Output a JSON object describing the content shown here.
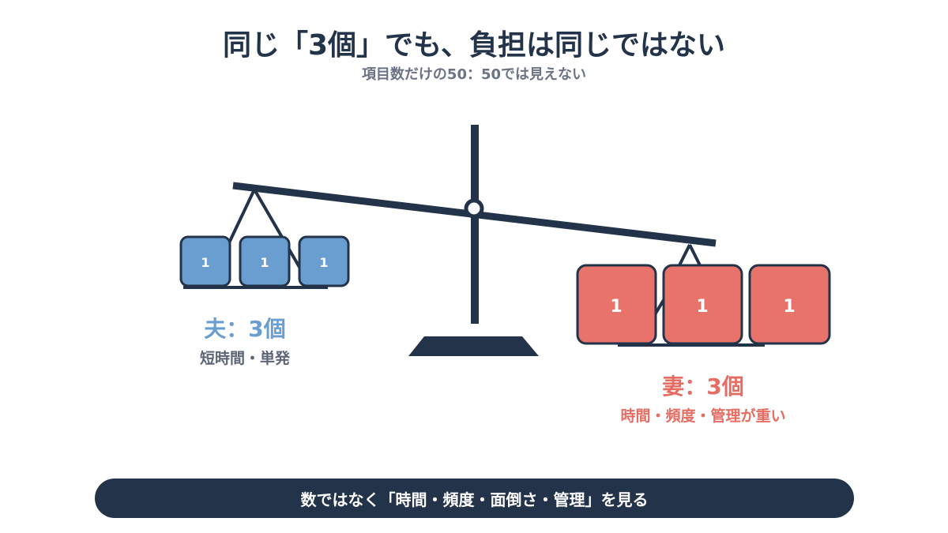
{
  "header": {
    "title": "同じ「3個」でも、負担は同じではない",
    "subtitle": "項目数だけの50：50では見えない"
  },
  "husband": {
    "title": "夫：3個",
    "description": "短時間・単発",
    "block_label": "1",
    "color": "#6a9ed0"
  },
  "wife": {
    "title": "妻：3個",
    "description": "時間・頻度・管理が重い",
    "block_label": "1",
    "color": "#e8736a"
  },
  "footer": {
    "banner_text": "数ではなく「時間・頻度・面倒さ・管理」を見る"
  },
  "colors": {
    "navy": "#233349",
    "husband_accent": "#6a9ed0",
    "wife_accent": "#e56d63"
  }
}
